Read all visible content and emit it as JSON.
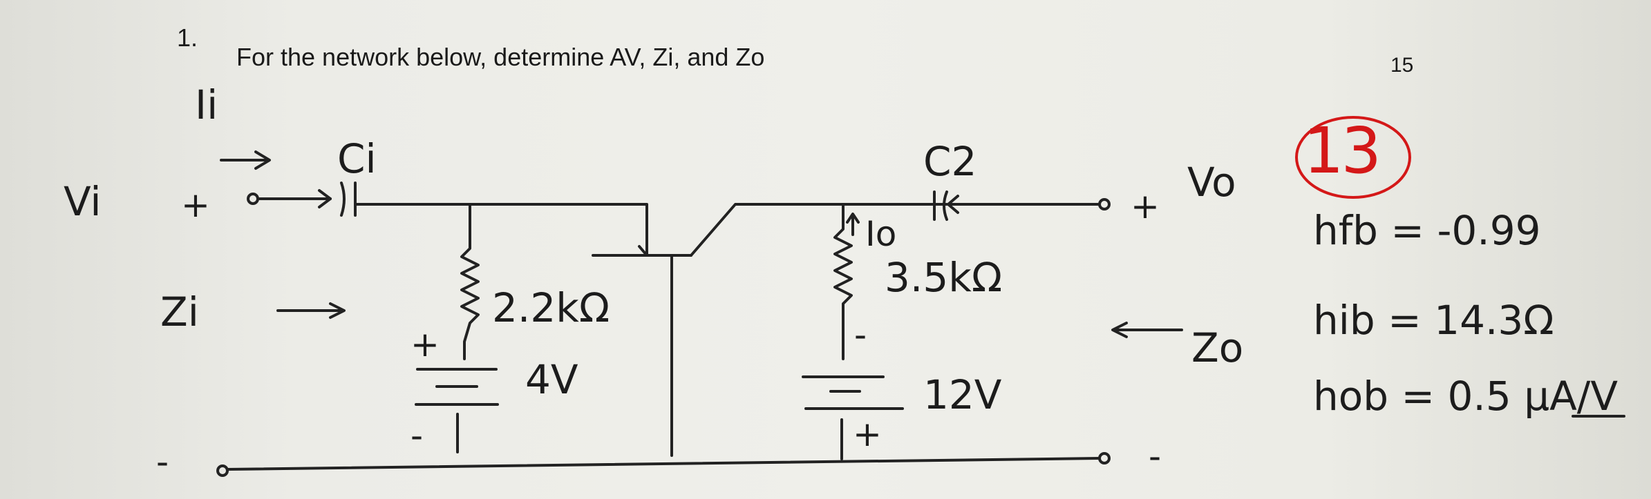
{
  "question": {
    "number": "1.",
    "text": "For the network below, determine AV, Zi, and Zo",
    "marks_total": "15"
  },
  "grade": "13",
  "circuit_labels": {
    "input_current": "Ii",
    "input_voltage": "Vi",
    "input_plus": "+",
    "input_minus": "-",
    "input_impedance": "Zi",
    "capacitor_in": "Ci",
    "capacitor_out": "C2",
    "resistor_emitter": "2.2kΩ",
    "resistor_collector": "3.5kΩ",
    "output_current": "Io",
    "supply_emitter": "4V",
    "supply_emitter_plus": "+",
    "supply_emitter_minus": "-",
    "supply_collector": "12V",
    "supply_collector_plus": "+",
    "supply_collector_minus": "-",
    "output_voltage": "Vo",
    "output_plus": "+",
    "output_minus": "-",
    "output_impedance": "Zo"
  },
  "parameters": {
    "hfb": "hfb = -0.99",
    "hib": "hib = 14.3Ω",
    "hob": "hob = 0.5 μA/V"
  }
}
